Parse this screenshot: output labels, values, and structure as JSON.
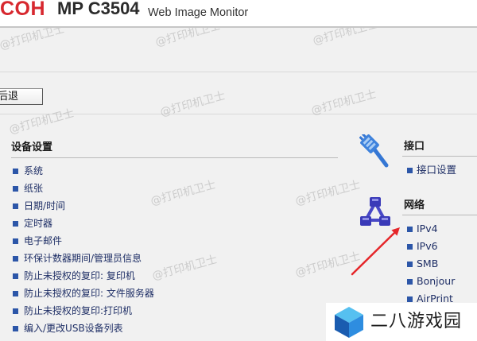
{
  "header": {
    "brand": "COH",
    "model": "MP C3504",
    "product": "Web Image Monitor"
  },
  "toolbar": {
    "back_label": "后退"
  },
  "watermark": "@打印机卫士",
  "device_settings": {
    "title": "设备设置",
    "items": [
      "系统",
      "纸张",
      "日期/时间",
      "定时器",
      "电子邮件",
      "环保计数器期间/管理员信息",
      "防止未授权的复印: 复印机",
      "防止未授权的复印: 文件服务器",
      "防止未授权的复印:打印机",
      "编入/更改USB设备列表"
    ]
  },
  "interface": {
    "icon": "cable-icon",
    "title": "接口",
    "items": [
      "接口设置"
    ]
  },
  "network": {
    "icon": "network-icon",
    "title": "网络",
    "items": [
      "IPv4",
      "IPv6",
      "SMB",
      "Bonjour",
      "AirPrint"
    ]
  },
  "overlay": {
    "logo_icon": "cube-logo-icon",
    "site_name": "二八游戏园"
  },
  "colors": {
    "brand_red": "#d7282f",
    "link_text": "#1f2f66",
    "bullet": "#2c56a8",
    "page_background": "#f1f1f1",
    "annotation_arrow": "#e5262a"
  }
}
